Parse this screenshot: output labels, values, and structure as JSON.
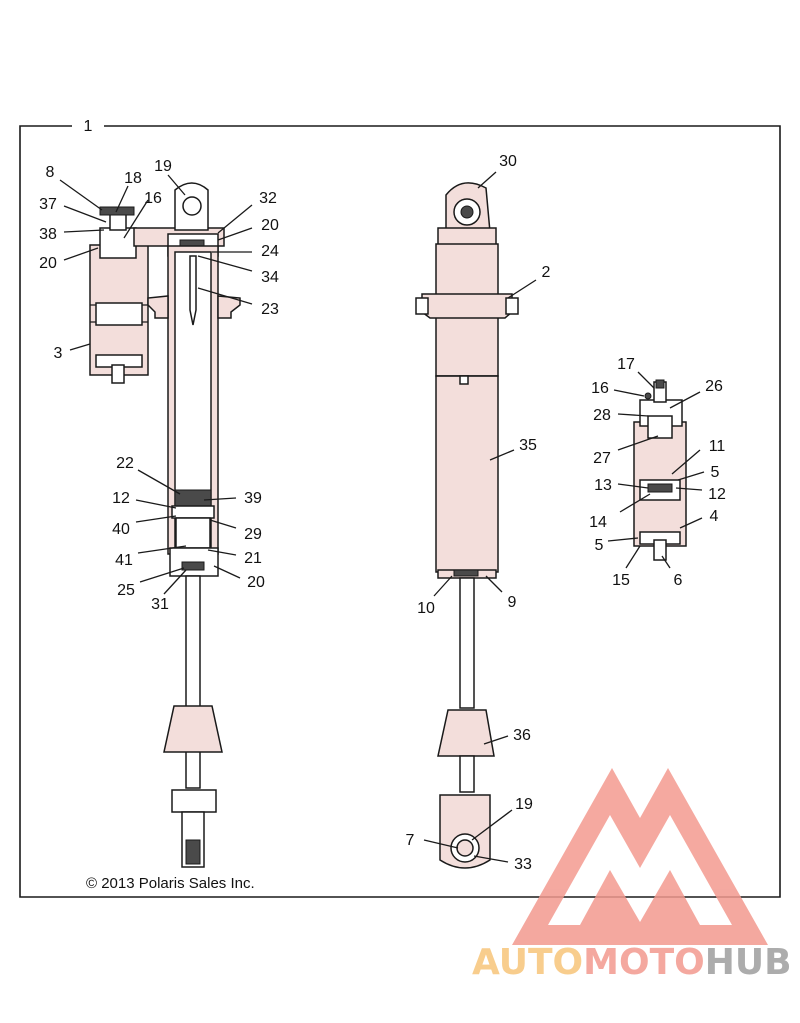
{
  "copyright": "© 2013 Polaris Sales Inc.",
  "watermark": {
    "parts": [
      "AUTO",
      "MOTO",
      "HUB"
    ],
    "colors": [
      "#f7c57a",
      "#f39a8f",
      "#9e9e9e"
    ],
    "logo_color": "#f39a8f"
  },
  "callouts": [
    "1",
    "8",
    "18",
    "19",
    "16",
    "37",
    "32",
    "20",
    "38",
    "20",
    "24",
    "34",
    "23",
    "3",
    "22",
    "12",
    "39",
    "40",
    "29",
    "41",
    "21",
    "25",
    "20",
    "31",
    "30",
    "2",
    "35",
    "10",
    "9",
    "36",
    "19",
    "7",
    "33",
    "17",
    "16",
    "26",
    "28",
    "27",
    "11",
    "5",
    "13",
    "12",
    "14",
    "4",
    "5",
    "15",
    "6"
  ]
}
